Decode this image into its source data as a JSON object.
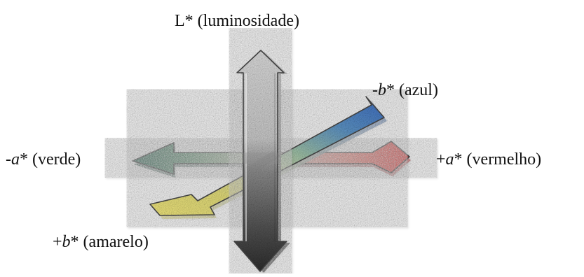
{
  "labels": {
    "l_axis": {
      "text": "L* (luminosidade)"
    },
    "minus_b_axis": {
      "prefix": "-",
      "symbol": "b",
      "suffix": "* (azul)"
    },
    "minus_a_axis": {
      "prefix": "-",
      "symbol": "a",
      "suffix": "* (verde)"
    },
    "plus_a_axis": {
      "prefix": "+",
      "symbol": "a",
      "suffix": "* (vermelho)"
    },
    "plus_b_axis": {
      "prefix": "+",
      "symbol": "b",
      "suffix": "* (amarelo)"
    }
  },
  "colors": {
    "luminosity_top": "#d9d9d9",
    "luminosity_bottom": "#3f3f3f",
    "green": "#3c6e5f",
    "red": "#e34848",
    "yellow": "#f1e77d",
    "blue": "#3f6fc5",
    "outline": "#4a4a4a"
  }
}
